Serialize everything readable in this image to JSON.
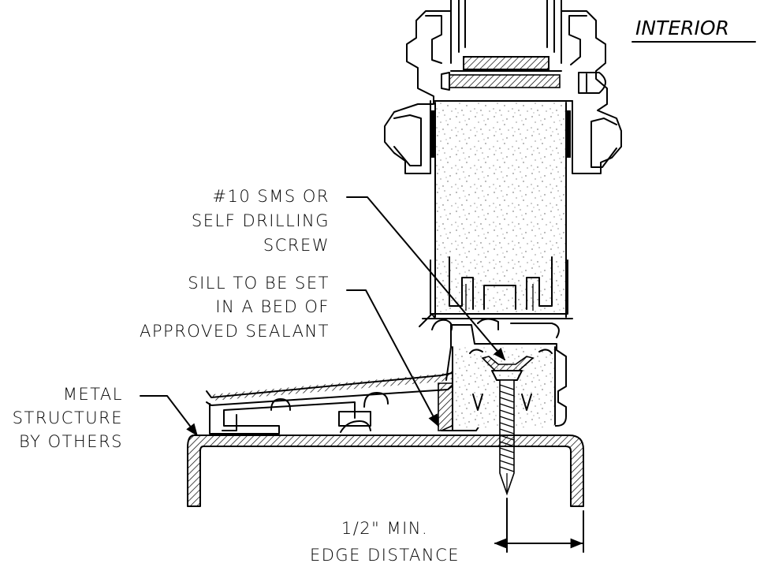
{
  "view_label": "INTERIOR",
  "callouts": {
    "screw": [
      "#10 SMS OR",
      "SELF DRILLING",
      "SCREW"
    ],
    "sill": [
      "SILL TO BE SET",
      "IN A BED OF",
      "APPROVED SEALANT"
    ],
    "structure": [
      "METAL",
      "STRUCTURE",
      "BY OTHERS"
    ],
    "edge": [
      "1/2\" MIN.",
      "EDGE DISTANCE"
    ]
  }
}
